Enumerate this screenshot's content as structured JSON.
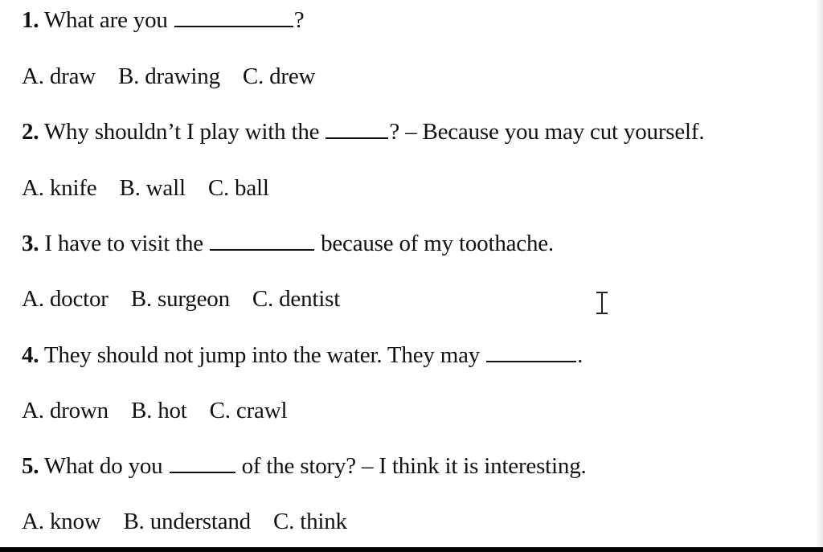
{
  "questions": [
    {
      "number": "1.",
      "before": " What are you ",
      "after": "?",
      "options": [
        "A. draw",
        "B. drawing",
        "C. drew"
      ]
    },
    {
      "number": "2.",
      "before": " Why shouldn’t I play with the ",
      "after": "? – Because you may cut yourself.",
      "options": [
        "A. knife",
        "B. wall",
        "C. ball"
      ]
    },
    {
      "number": "3.",
      "before": " I have to visit the ",
      "after": " because of my toothache.",
      "options": [
        "A. doctor",
        "B. surgeon",
        "C. dentist"
      ]
    },
    {
      "number": "4.",
      "before": " They should not jump into the water. They may ",
      "after": ".",
      "options": [
        "A. drown",
        "B. hot",
        "C. crawl"
      ]
    },
    {
      "number": "5.",
      "before": " What do you ",
      "after": " of the story? – I think it is interesting.",
      "options": [
        "A. know",
        "B. understand",
        "C. think"
      ]
    }
  ],
  "icons": {
    "cursor": "text-cursor-icon"
  }
}
